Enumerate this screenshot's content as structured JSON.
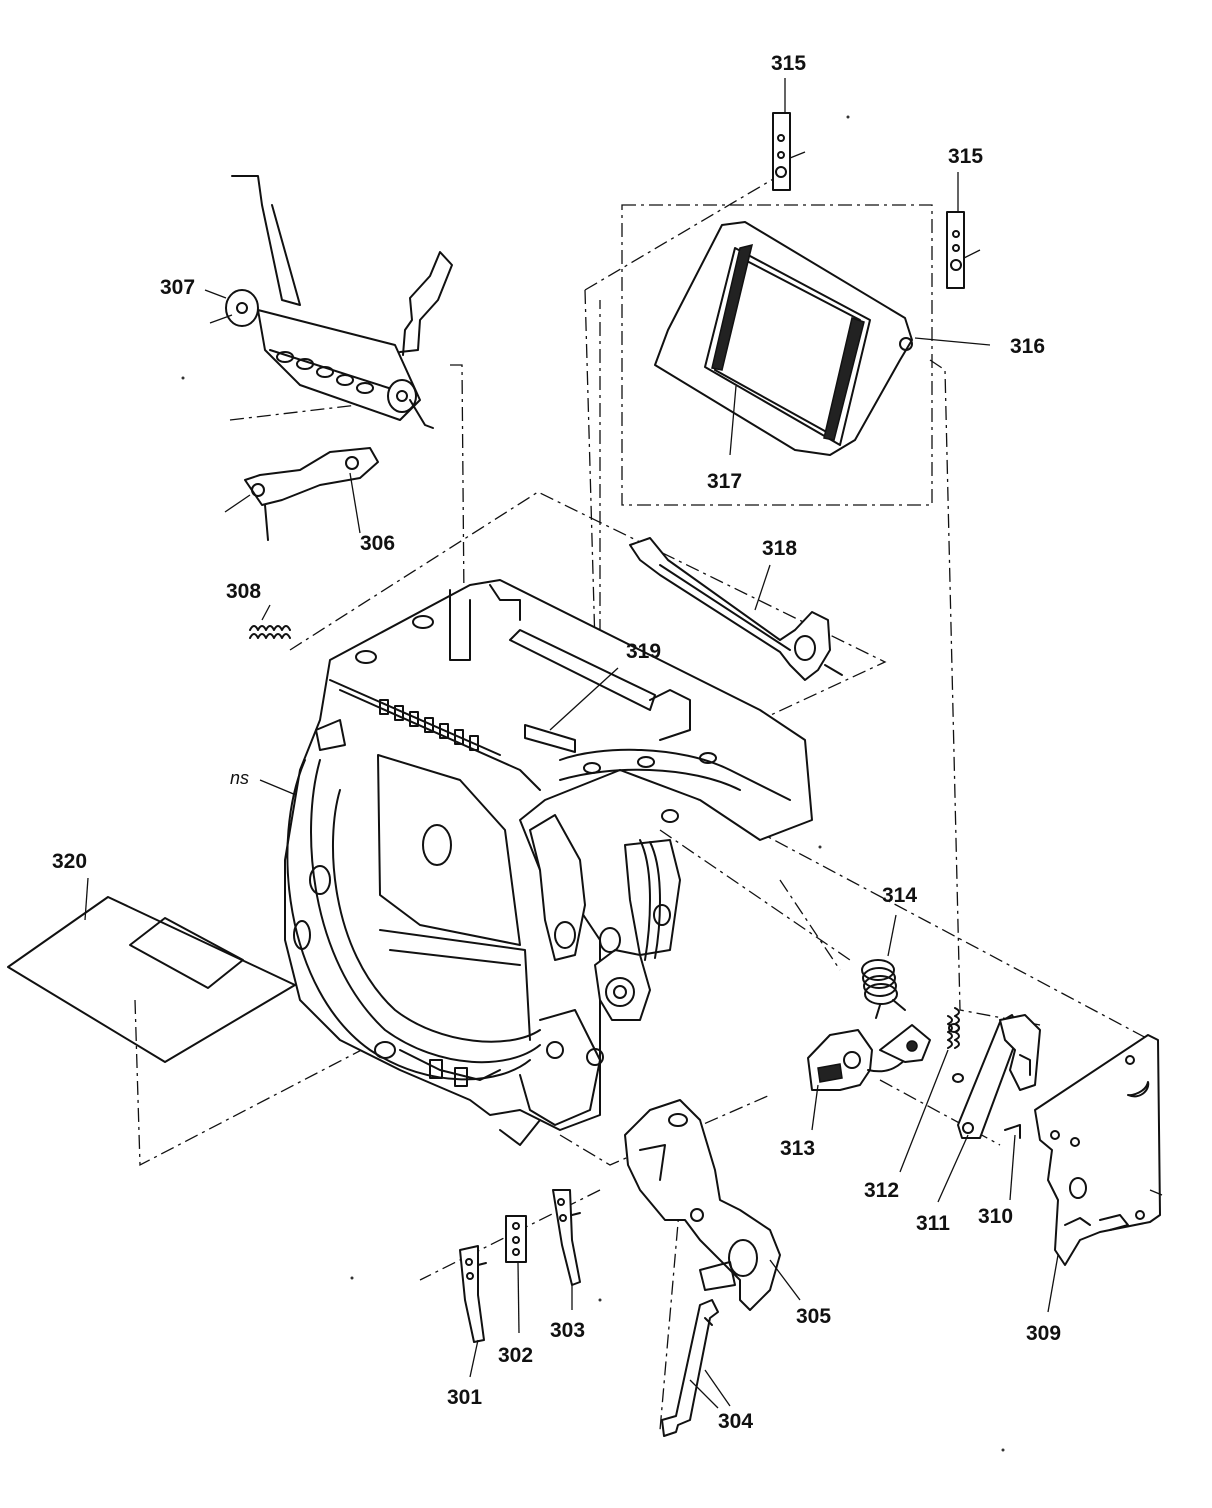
{
  "diagram": {
    "labels": {
      "l301": "301",
      "l302": "302",
      "l303": "303",
      "l304": "304",
      "l305": "305",
      "l306": "306",
      "l307": "307",
      "l308": "308",
      "l309": "309",
      "l310": "310",
      "l311": "311",
      "l312": "312",
      "l313": "313",
      "l314": "314",
      "l315a": "315",
      "l315b": "315",
      "l316": "316",
      "l317": "317",
      "l318": "318",
      "l319": "319",
      "l320": "320",
      "ns": "ns"
    }
  }
}
